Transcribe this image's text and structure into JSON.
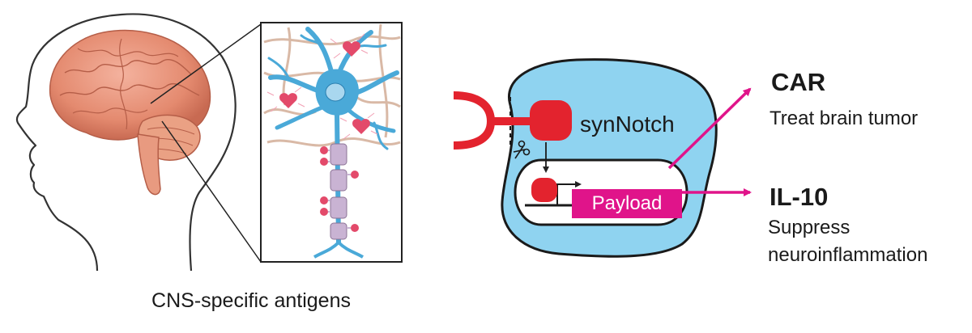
{
  "caption": "CNS-specific antigens",
  "cell": {
    "receptor_label": "synNotch",
    "payload_label": "Payload"
  },
  "outputs": {
    "car": {
      "title": "CAR",
      "description": "Treat brain tumor"
    },
    "il10": {
      "title": "IL-10",
      "description_line1": "Suppress",
      "description_line2": "neuroinflammation"
    }
  },
  "colors": {
    "cell_fill": "#8fd3f0",
    "receptor_red": "#e3232e",
    "payload_magenta": "#e0148a",
    "arrow_magenta": "#e0148a",
    "neuron_blue": "#4aa9d8",
    "myelin_purple": "#c9b3d3",
    "antigen_pink": "#e34a6a",
    "brain_pink": "#e9977f",
    "fiber_tan": "#d9b9a6"
  }
}
